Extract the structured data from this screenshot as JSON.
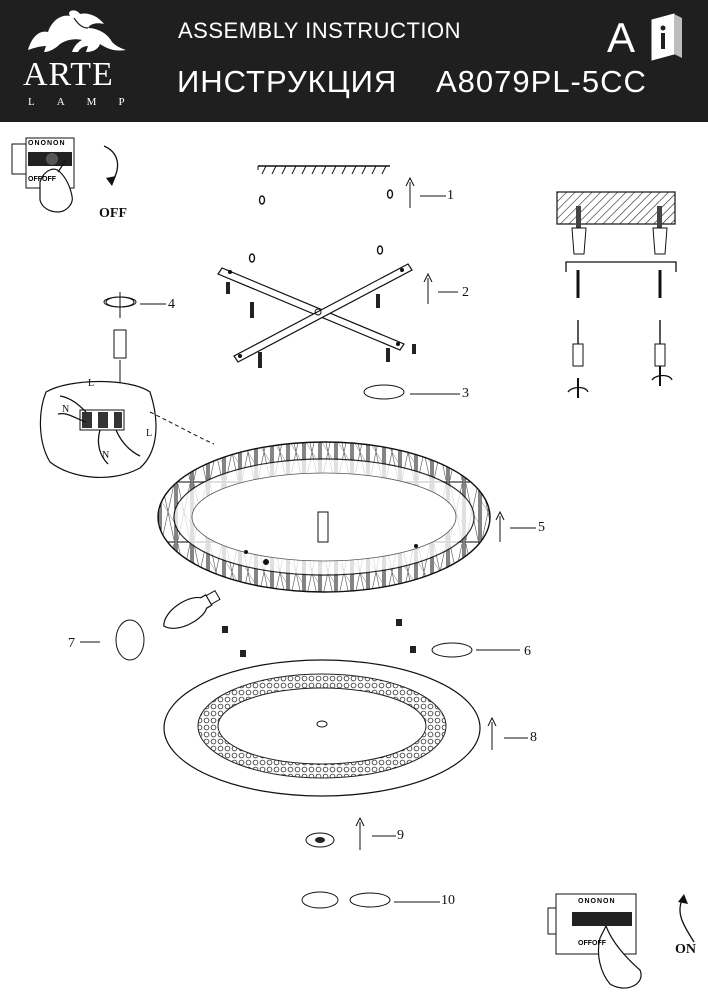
{
  "header": {
    "brand": "ARTE",
    "brand_sub": "LAMP",
    "title_en": "ASSEMBLY INSTRUCTION",
    "title_ru": "ИНСТРУКЦИЯ",
    "model": "A8079PL-5CC",
    "section_letter": "A"
  },
  "switch_off": {
    "state_label": "OFF",
    "on_labels": [
      "ON",
      "ON",
      "ON"
    ],
    "off_labels": [
      "OFF",
      "OFF"
    ]
  },
  "switch_on": {
    "state_label": "ON",
    "on_labels": [
      "ON",
      "ON",
      "ON"
    ],
    "off_labels": [
      "OFF",
      "OFF"
    ]
  },
  "steps": [
    "1",
    "2",
    "3",
    "4",
    "5",
    "6",
    "7",
    "8",
    "9",
    "10"
  ],
  "wiring_labels": {
    "l1": "L",
    "n1": "N",
    "l2": "L",
    "n2": "N"
  },
  "colors": {
    "header_bg": "#1f1f1f",
    "line": "#111111"
  }
}
